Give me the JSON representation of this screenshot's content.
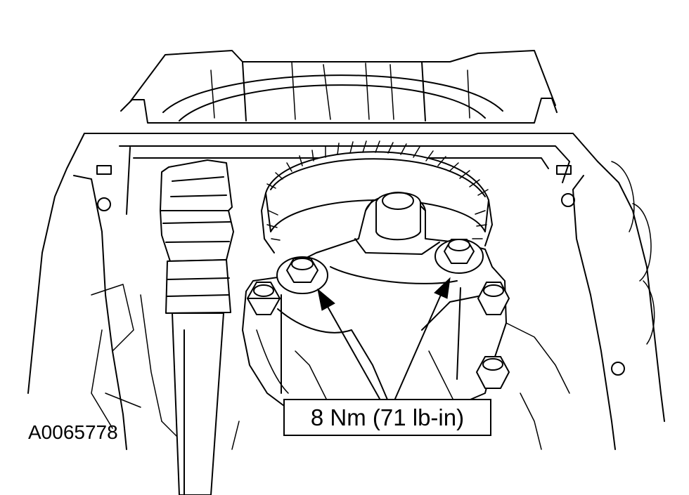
{
  "diagram": {
    "torque_callout": "8 Nm (71 lb-in)",
    "figure_id": "A0065778",
    "line_color": "#000000",
    "background_color": "#ffffff",
    "callout_count": 2
  }
}
